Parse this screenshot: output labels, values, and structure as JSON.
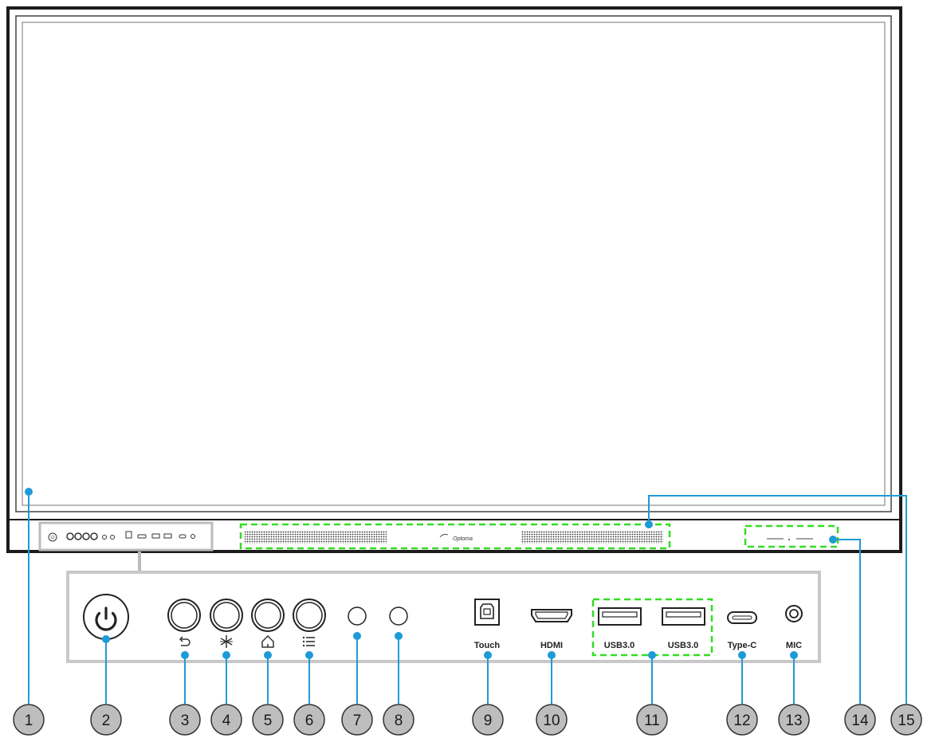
{
  "brand": "Optoma",
  "port_labels": {
    "touch": "Touch",
    "hdmi": "HDMI",
    "usb_a": "USB3.0",
    "usb_b": "USB3.0",
    "typec": "Type-C",
    "mic": "MIC"
  },
  "callouts": [
    "1",
    "2",
    "3",
    "4",
    "5",
    "6",
    "7",
    "8",
    "9",
    "10",
    "11",
    "12",
    "13",
    "14",
    "15"
  ],
  "colors": {
    "bezel": "#1c1c1c",
    "callout_line": "#1e9bd7",
    "highlight_dash": "#33dd22",
    "callout_circle": "#bdbdbd"
  }
}
